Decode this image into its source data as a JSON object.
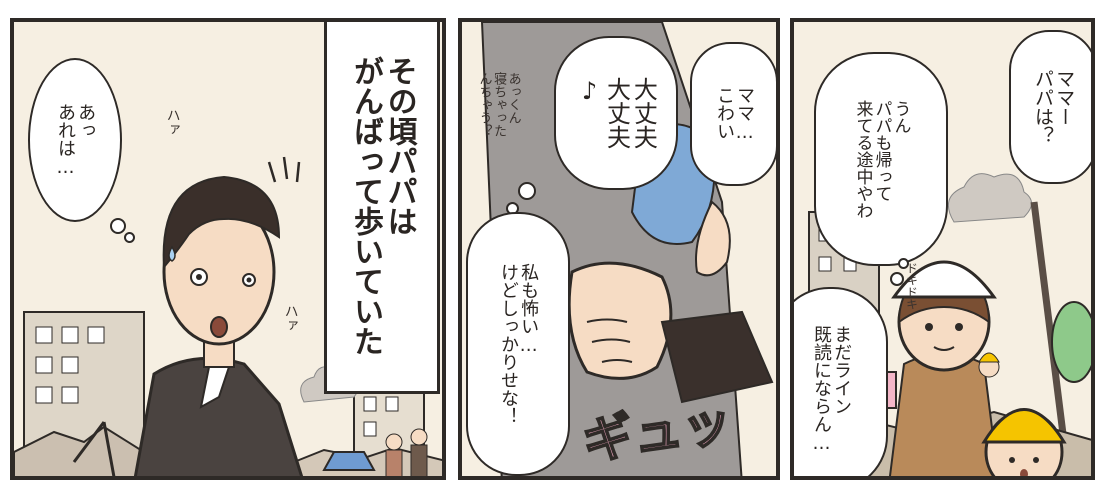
{
  "panel1": {
    "caption": "その頃パパは\nがんばって歩いていた",
    "thought": "あっ\nあれは…",
    "sfx_ha_1": "ハァ",
    "sfx_ha_2": "ハァ"
  },
  "panel2": {
    "child_speech": "ママ…\nこわい",
    "thought_daijoubu": "大丈夫\n大丈夫\n♪",
    "side_note": "あっくん\n寝ちゃった\nんちゃう？",
    "mother_thought": "私も怖い…\nけどしっかりせな！",
    "sfx_gyu": "ギュッ"
  },
  "panel3": {
    "child_speech": "ママー\nパパは？",
    "mother_speech": "うん\nパパも帰って\n来てる途中やわ",
    "line_thought": "まだライン\n既読にならん…",
    "sfx_doki": "ドキドキ"
  },
  "colors": {
    "background": "#f6efe2",
    "line": "#2e2a27",
    "helmet": "#f5c400",
    "blue_cloth": "#7fa9d6",
    "pink_sfx": "#f0a7c0"
  }
}
